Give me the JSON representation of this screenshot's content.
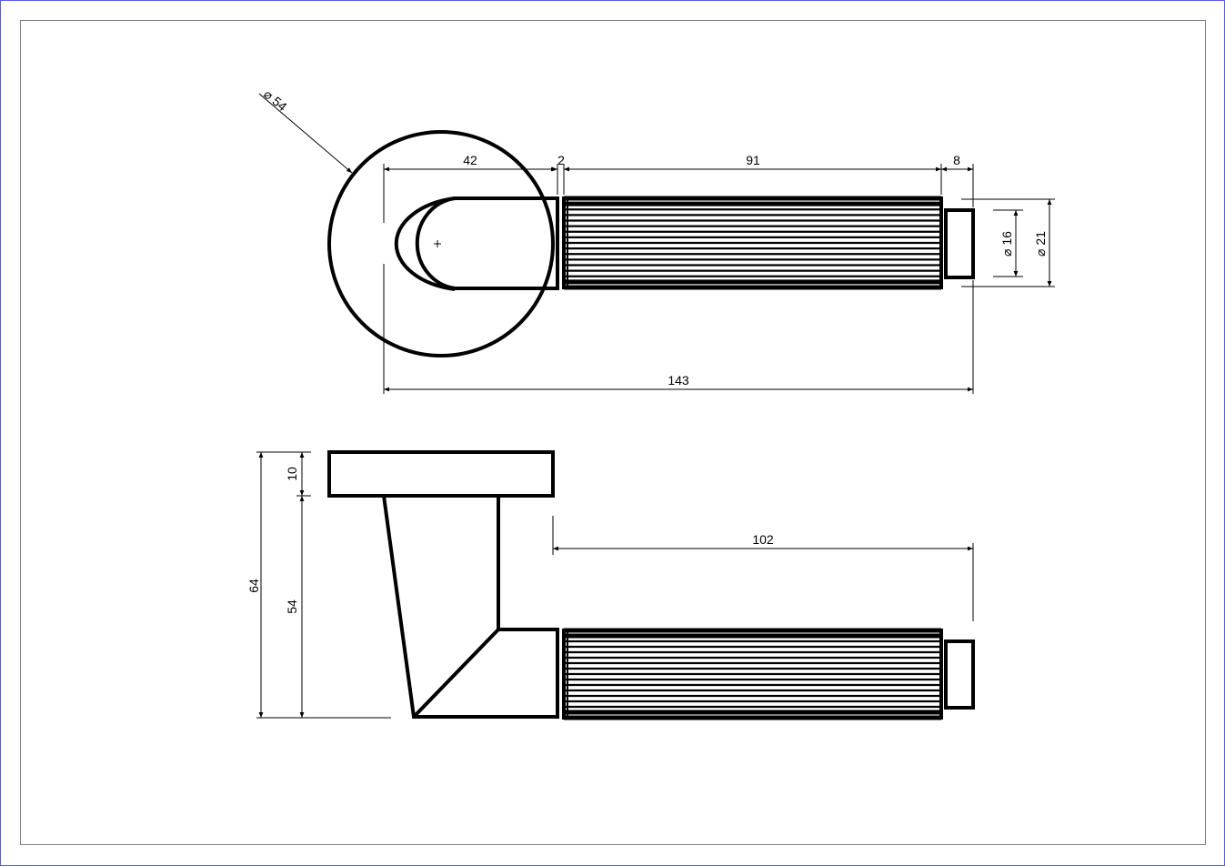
{
  "drawing": {
    "title": "Door lever handle on round rose - technical drawing",
    "colors": {
      "frame": "#5a5af0",
      "inner_frame": "#808080",
      "line": "#000000"
    },
    "top_view": {
      "rose_diameter": "⌀ 54",
      "dim_neck": "42",
      "dim_gap": "2",
      "dim_grip": "91",
      "dim_cap": "8",
      "dim_total": "143",
      "dim_cap_diameter": "⌀ 16",
      "dim_grip_diameter": "⌀ 21"
    },
    "side_view": {
      "dim_rose_thickness": "10",
      "dim_height_to_lever": "54",
      "dim_total_height": "64",
      "dim_grip_length": "102"
    }
  }
}
